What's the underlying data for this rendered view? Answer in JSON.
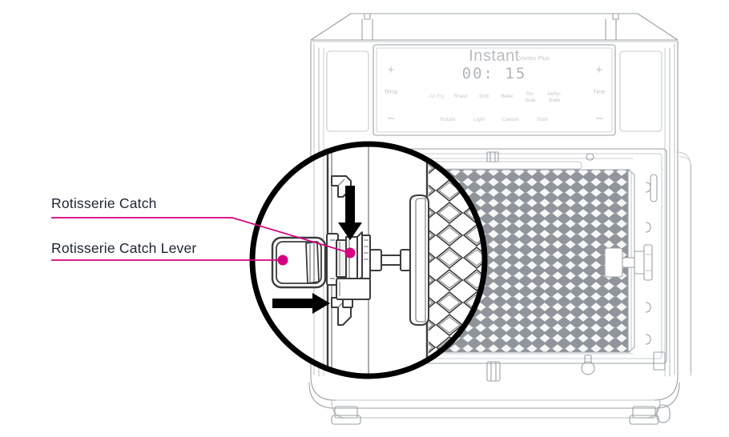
{
  "document": {
    "type": "appliance-instruction-diagram",
    "subject": "Instant Vortex Plus air fryer oven rotisserie catch"
  },
  "callouts": [
    {
      "id": "rotisserie-catch",
      "label": "Rotisserie Catch",
      "marker_color": "#D6007F",
      "leader": "diagonal"
    },
    {
      "id": "rotisserie-catch-lever",
      "label": "Rotisserie Catch Lever",
      "marker_color": "#D6007F",
      "leader": "horizontal"
    }
  ],
  "appliance": {
    "brand": "Instant",
    "model": "Vortex Plus",
    "display": {
      "time": "00: 15"
    },
    "left_control": {
      "plus": "+",
      "label": "Temp",
      "minus": "–"
    },
    "right_control": {
      "plus": "+",
      "label": "Time",
      "minus": "–"
    },
    "program_buttons": [
      {
        "line1": "Air Fry",
        "line2": ""
      },
      {
        "line1": "Roast",
        "line2": ""
      },
      {
        "line1": "Grill",
        "line2": ""
      },
      {
        "line1": "Bake",
        "line2": ""
      },
      {
        "line1": "Re-",
        "line2": "heat"
      },
      {
        "line1": "Dehy-",
        "line2": "drate"
      }
    ],
    "function_buttons": [
      {
        "label": "Rotate"
      },
      {
        "label": "Light"
      },
      {
        "label": "Cancel"
      },
      {
        "label": "Start"
      }
    ]
  },
  "annotations": {
    "arrow_down": "push-catch-down-arrow",
    "arrow_right": "slide-lever-right-arrow",
    "magnifier": "detail-magnifier-circle"
  },
  "colors": {
    "accent_pink": "#D6007F",
    "outline_gray": "#9aa0a6",
    "outline_dark": "#3c3c3c",
    "mesh_gray": "#8f959b",
    "text_dark": "#1c2433",
    "panel_text": "#b9bdc2",
    "background": "#ffffff"
  }
}
